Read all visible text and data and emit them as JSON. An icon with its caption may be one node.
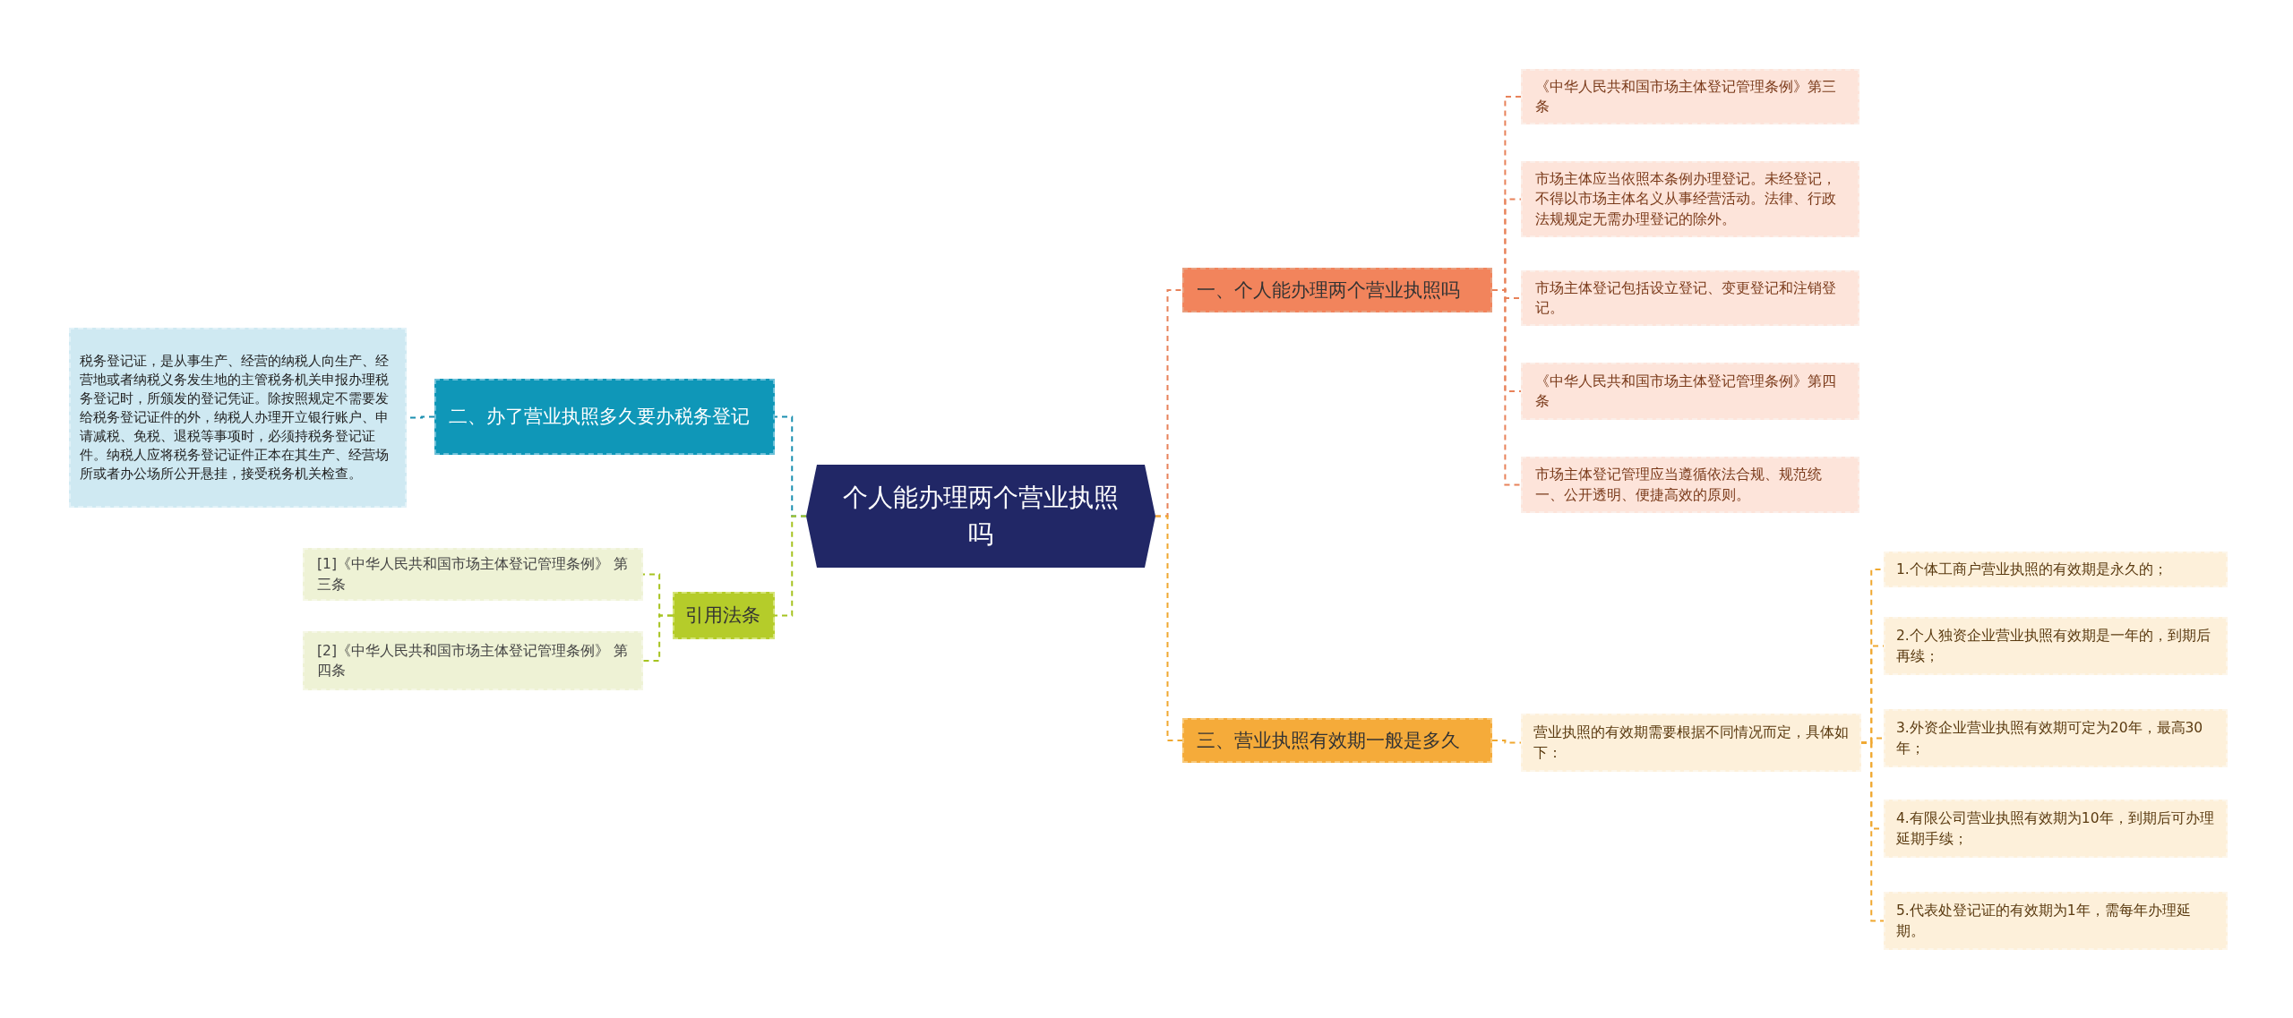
{
  "diagram": {
    "nodes": [
      {
        "text": [
          "个人能办理两个营业执照吗"
        ]
      },
      {
        "text": [
          "一、个人能办理两个营业执照吗"
        ]
      },
      {
        "text": [
          "《中华人民共和国市场主体登记管理条例》第三条"
        ]
      },
      {
        "text": [
          "市场主体应当依照本条例办理登记。未经登记，不得以市场主体名义从事经营活动。法律、行政法规规定无需办理登记的除外。"
        ]
      },
      {
        "text": [
          "市场主体登记包括设立登记、变更登记和注销登记。"
        ]
      },
      {
        "text": [
          "《中华人民共和国市场主体登记管理条例》第四条"
        ]
      },
      {
        "text": [
          "市场主体登记管理应当遵循依法合规、规范统一、公开透明、便捷高效的原则。"
        ]
      },
      {
        "text": [
          "三、营业执照有效期一般是多久"
        ]
      },
      {
        "text": [
          "营业执照的有效期需要根据不同情况而定，具体如下："
        ]
      },
      {
        "text": [
          "1.个体工商户营业执照的有效期是永久的；"
        ]
      },
      {
        "text": [
          "2.个人独资企业营业执照有效期是一年的，到期后再续；"
        ]
      },
      {
        "text": [
          "3.外资企业营业执照有效期可定为20年，最高30年；"
        ]
      },
      {
        "text": [
          "4.有限公司营业执照有效期为10年，到期后可办理延期手续；"
        ]
      },
      {
        "text": [
          "5.代表处登记证的有效期为1年，需每年办理延期。"
        ]
      },
      {
        "text": [
          "二、办了营业执照多久要办税务登记"
        ]
      },
      {
        "text": [
          "税务登记证，是从事生产、经营的纳税人向生产、经营地或者纳税义务发生地的主管税务机关申报办理税务登记时，所颁发的登记凭证。除按照规定不需要发给税务登记证件的外，纳税人办理开立银行账户、申请减税、免税、退税等事项时，必须持税务登记证件。纳税人应将税务登记证件正本在其生产、经营场所或者办公场所公开悬挂，接受税务机关检查。"
        ]
      },
      {
        "text": [
          "引用法条"
        ]
      },
      {
        "text": [
          "[1]《中华人民共和国市场主体登记管理条例》 第三条"
        ]
      },
      {
        "text": [
          "[2]《中华人民共和国市场主体登记管理条例》 第四条"
        ]
      }
    ],
    "edges": [
      {
        "from": 0,
        "to": 1,
        "arrow": "none",
        "color": "#e8825a"
      },
      {
        "from": 1,
        "to": 2,
        "arrow": "none",
        "color": "#e8825a"
      },
      {
        "from": 1,
        "to": 3,
        "arrow": "none",
        "color": "#e8825a"
      },
      {
        "from": 1,
        "to": 4,
        "arrow": "none",
        "color": "#e8825a"
      },
      {
        "from": 1,
        "to": 5,
        "arrow": "none",
        "color": "#e8825a"
      },
      {
        "from": 1,
        "to": 6,
        "arrow": "none",
        "color": "#e8825a"
      },
      {
        "from": 0,
        "to": 7,
        "arrow": "none"
      },
      {
        "from": 7,
        "to": 8,
        "arrow": "none"
      },
      {
        "from": 8,
        "to": 9,
        "arrow": "none"
      },
      {
        "from": 8,
        "to": 10,
        "arrow": "none"
      },
      {
        "from": 8,
        "to": 11,
        "arrow": "none"
      },
      {
        "from": 8,
        "to": 12,
        "arrow": "none"
      },
      {
        "from": 8,
        "to": 13,
        "arrow": "none"
      },
      {
        "from": 0,
        "to": 14,
        "arrow": "none",
        "color": "#1b8fb0"
      },
      {
        "from": 14,
        "to": 15,
        "arrow": "none",
        "color": "#1b8fb0"
      },
      {
        "from": 0,
        "to": 16,
        "arrow": "none",
        "color": "#a6c320"
      },
      {
        "from": 16,
        "to": 17,
        "arrow": "none",
        "color": "#a6c320"
      },
      {
        "from": 16,
        "to": 18,
        "arrow": "none",
        "color": "#a6c320"
      }
    ]
  }
}
